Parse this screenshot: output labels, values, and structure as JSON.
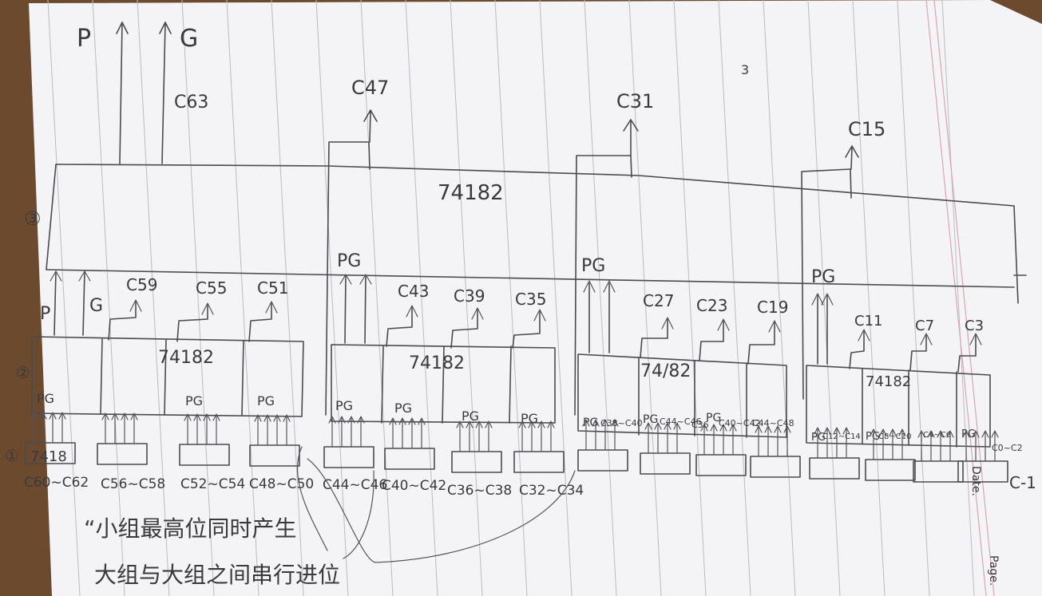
{
  "outputs": {
    "p": "P",
    "g": "G",
    "c63": "C63",
    "c47": "C47",
    "c31": "C31",
    "c15": "C15"
  },
  "page_mark": "3",
  "level_markers": {
    "l1": "①",
    "l2": "②",
    "l3": "③"
  },
  "level3": {
    "chip": "74182"
  },
  "level2": {
    "chip_label": "74182",
    "pg": "PG",
    "p": "P",
    "g": "G",
    "groups": [
      {
        "chip": "74182",
        "pg": "PG",
        "carries": [
          "C59",
          "C55",
          "C51"
        ]
      },
      {
        "chip": "74182",
        "pg": "PG",
        "carries": [
          "C43",
          "C39",
          "C35"
        ]
      },
      {
        "chip": "74/82",
        "pg": "PG",
        "carries": [
          "C27",
          "C23",
          "C19"
        ]
      },
      {
        "chip": "74182",
        "pg": "PG",
        "carries": [
          "C11",
          "C7",
          "C3"
        ]
      }
    ]
  },
  "level1": {
    "first_chip": "7418",
    "pg": "PG",
    "range_labels": [
      "C60~C62",
      "C56~C58",
      "C52~C54",
      "C48~C50",
      "C44~C46",
      "C40~C42",
      "C36~C38",
      "C32~C34"
    ],
    "inline_labels": [
      "C38~C40",
      "C44~C46",
      "C36",
      "C40~C42",
      "C44~C48",
      "C12~C14",
      "C8~C10",
      "C4~C6",
      "C0~C2"
    ],
    "right_carry_in": "C-1"
  },
  "notes": {
    "line1": "“小组最高位同时产生",
    "line2": "大组与大组之间串行进位"
  },
  "margin": {
    "date": "Date.",
    "page": "Page."
  }
}
